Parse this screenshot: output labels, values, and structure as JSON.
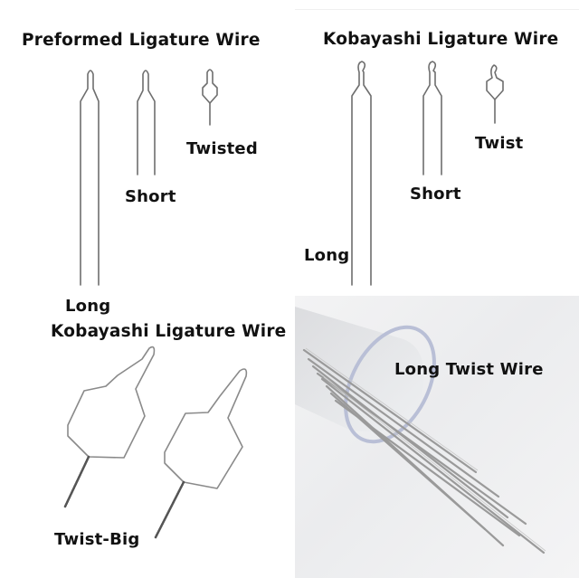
{
  "panels": {
    "top_left": {
      "title": "Preformed Ligature Wire",
      "labels": {
        "long": "Long",
        "short": "Short",
        "twisted": "Twisted"
      }
    },
    "top_right": {
      "title": "Kobayashi Ligature Wire",
      "labels": {
        "long": "Long",
        "short": "Short",
        "twist": "Twist"
      }
    },
    "bottom_left": {
      "title": "Kobayashi Ligature Wire",
      "labels": {
        "twist_big": "Twist-Big"
      }
    },
    "bottom_right": {
      "title": "Long Twist Wire"
    }
  },
  "colors": {
    "line": "#6e6e6e",
    "text": "#111111",
    "tube_rim": "#b9bfd6",
    "wire": "#9a9a9a"
  }
}
